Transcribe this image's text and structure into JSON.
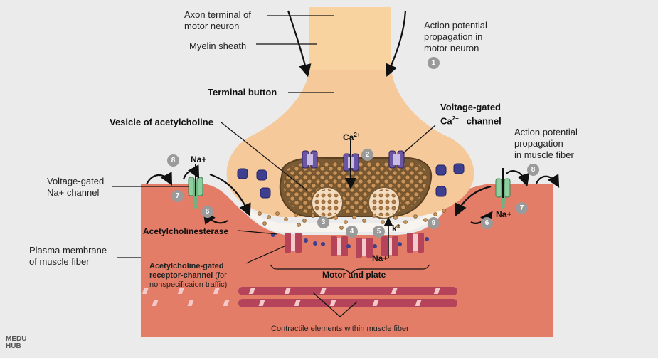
{
  "labels": {
    "axon_terminal": "Axon terminal of motor neuron",
    "axon_terminal_l1": "Axon terminal of",
    "axon_terminal_l2": "motor neuron",
    "myelin": "Myelin sheath",
    "ap_motor_l1": "Action potential",
    "ap_motor_l2": "propagation in",
    "ap_motor_l3": "motor neuron",
    "terminal_button": "Terminal button",
    "vesicle": "Vesicle of acetylcholine",
    "vg_ca_l1": "Voltage-gated",
    "vg_ca_l2_a": "Ca",
    "vg_ca_l2_sup": "2+",
    "vg_ca_l2_b": "channel",
    "ca_a": "Ca",
    "ca_sup": "2+",
    "ap_muscle_l1": "Action potential",
    "ap_muscle_l2": "propagation",
    "ap_muscle_l3": "in muscle fiber",
    "na_top": "Na+",
    "vg_na_l1": "Voltage-gated",
    "vg_na_l2": "Na+ channel",
    "na_right": "Na+",
    "acetylcholinesterase": "Acetylcholinesterase",
    "k_a": "k",
    "k_sup": "+",
    "na_bottom": "Na+",
    "plasma_l1": "Plasma membrane",
    "plasma_l2": "of muscle fiber",
    "ach_gated_l1": "Acetylcholine-gated",
    "ach_gated_l2": "receptor-channel",
    "ach_gated_l2_note": " (for",
    "ach_gated_l3": "nonspecificaion traffic)",
    "motor_end_plate": "Motor and plate",
    "contractile": "Contractile elements within muscle fiber"
  },
  "steps": {
    "s1": "1",
    "s2": "2",
    "s3": "3",
    "s4": "4",
    "s5": "5",
    "s6_left": "6",
    "s6_right": "6",
    "s7_left": "7",
    "s7_right": "7",
    "s8_left": "8",
    "s8_right": "8",
    "s9": "9"
  },
  "logo": {
    "line1": "MEDU",
    "line2": "HUB"
  },
  "colors": {
    "background": "#ebebeb",
    "neuron": "#f5c99a",
    "axon": "#f8d3a0",
    "muscle": "#e47d68",
    "vesicle_pool": "#7a5a33",
    "ca_channel": "#6b56a3",
    "na_channel": "#8fcf9e",
    "ach_receptor": "#b5435a",
    "step_badge": "#9a9a9a"
  }
}
